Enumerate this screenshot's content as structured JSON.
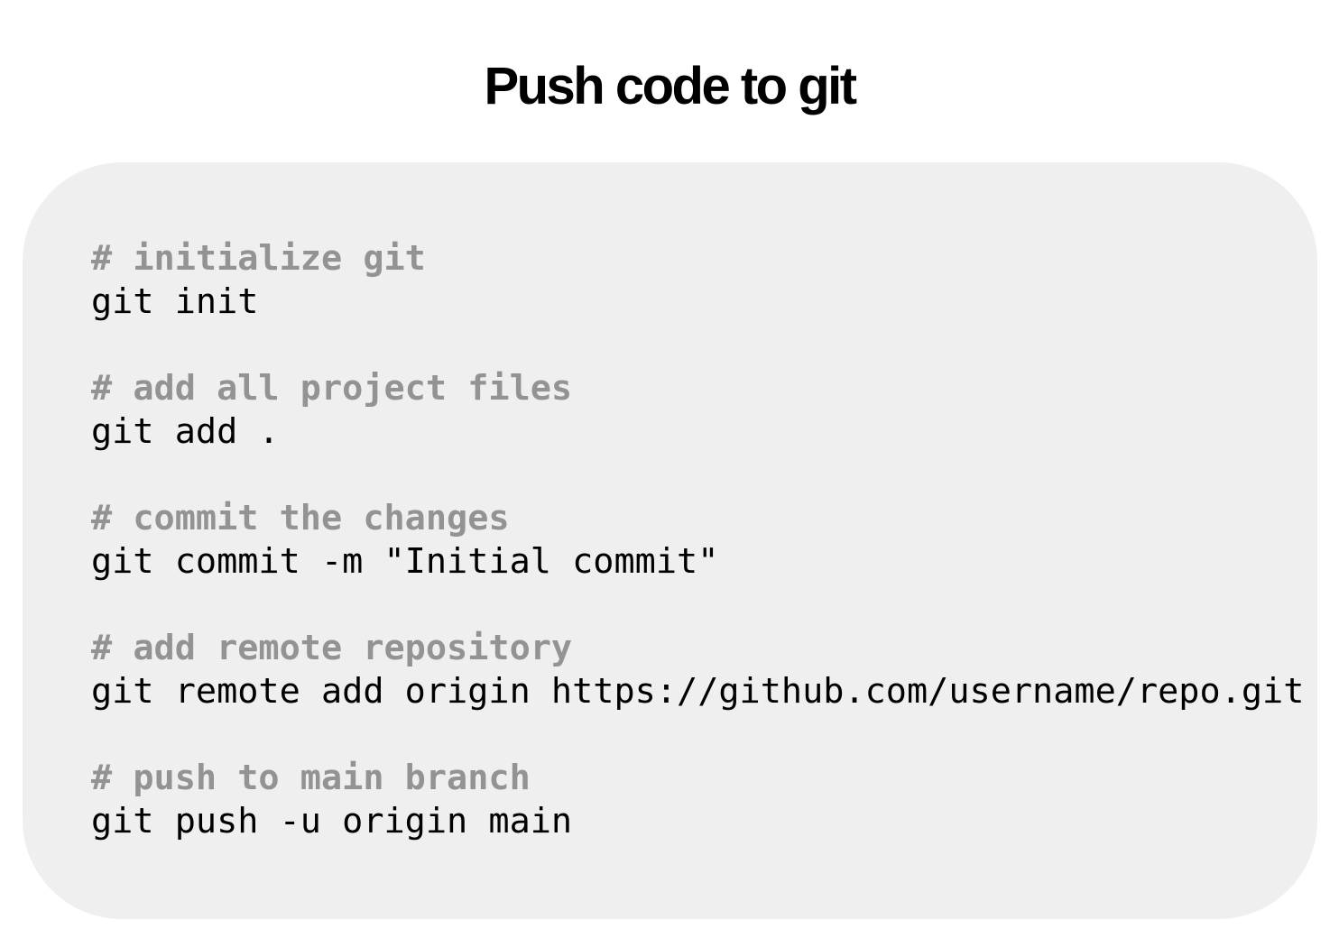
{
  "title": "Push code to git",
  "colors": {
    "background": "#ffffff",
    "card": "#efefef",
    "comment": "#939393",
    "command": "#000000"
  },
  "code_block": {
    "lines": [
      {
        "type": "comment",
        "text": "# initialize git"
      },
      {
        "type": "command",
        "text": "git init"
      },
      {
        "type": "blank",
        "text": ""
      },
      {
        "type": "comment",
        "text": "# add all project files"
      },
      {
        "type": "command",
        "text": "git add ."
      },
      {
        "type": "blank",
        "text": ""
      },
      {
        "type": "comment",
        "text": "# commit the changes"
      },
      {
        "type": "command",
        "text": "git commit -m \"Initial commit\""
      },
      {
        "type": "blank",
        "text": ""
      },
      {
        "type": "comment",
        "text": "# add remote repository"
      },
      {
        "type": "command",
        "text": "git remote add origin https://github.com/username/repo.git"
      },
      {
        "type": "blank",
        "text": ""
      },
      {
        "type": "comment",
        "text": "# push to main branch"
      },
      {
        "type": "command",
        "text": "git push -u origin main"
      }
    ]
  }
}
